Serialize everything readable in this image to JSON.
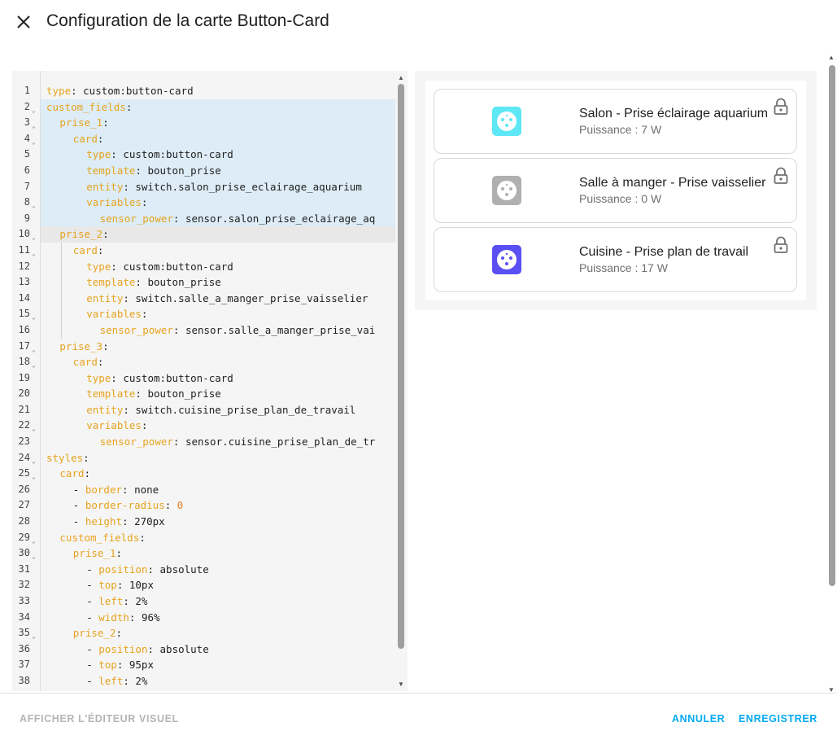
{
  "header": {
    "title": "Configuration de la carte Button-Card",
    "close_icon": "close-icon"
  },
  "editor": {
    "lines": [
      {
        "n": "1",
        "fold": false,
        "indent": 0,
        "parts": [
          [
            "k",
            "type"
          ],
          [
            "v",
            ": custom:button-card"
          ]
        ],
        "hl": ""
      },
      {
        "n": "2",
        "fold": true,
        "indent": 0,
        "parts": [
          [
            "k",
            "custom_fields"
          ],
          [
            "v",
            ":"
          ]
        ],
        "hl": "sel"
      },
      {
        "n": "3",
        "fold": true,
        "indent": 1,
        "parts": [
          [
            "k",
            "prise_1"
          ],
          [
            "v",
            ":"
          ]
        ],
        "hl": "sel"
      },
      {
        "n": "4",
        "fold": true,
        "indent": 2,
        "parts": [
          [
            "k",
            "card"
          ],
          [
            "v",
            ":"
          ]
        ],
        "hl": "sel"
      },
      {
        "n": "5",
        "fold": false,
        "indent": 3,
        "parts": [
          [
            "k",
            "type"
          ],
          [
            "v",
            ": custom:button-card"
          ]
        ],
        "hl": "sel"
      },
      {
        "n": "6",
        "fold": false,
        "indent": 3,
        "parts": [
          [
            "k",
            "template"
          ],
          [
            "v",
            ": bouton_prise"
          ]
        ],
        "hl": "sel"
      },
      {
        "n": "7",
        "fold": false,
        "indent": 3,
        "parts": [
          [
            "k",
            "entity"
          ],
          [
            "v",
            ": switch.salon_prise_eclairage_aquarium"
          ]
        ],
        "hl": "sel"
      },
      {
        "n": "8",
        "fold": true,
        "indent": 3,
        "parts": [
          [
            "k",
            "variables"
          ],
          [
            "v",
            ":"
          ]
        ],
        "hl": "sel"
      },
      {
        "n": "9",
        "fold": false,
        "indent": 4,
        "parts": [
          [
            "k",
            "sensor_power"
          ],
          [
            "v",
            ": sensor.salon_prise_eclairage_aq"
          ]
        ],
        "hl": "sel"
      },
      {
        "n": "10",
        "fold": true,
        "indent": 1,
        "parts": [
          [
            "k",
            "prise_2"
          ],
          [
            "v",
            ":"
          ]
        ],
        "hl": "cur"
      },
      {
        "n": "11",
        "fold": true,
        "indent": 2,
        "parts": [
          [
            "k",
            "card"
          ],
          [
            "v",
            ":"
          ]
        ],
        "hl": ""
      },
      {
        "n": "12",
        "fold": false,
        "indent": 3,
        "parts": [
          [
            "k",
            "type"
          ],
          [
            "v",
            ": custom:button-card"
          ]
        ],
        "hl": ""
      },
      {
        "n": "13",
        "fold": false,
        "indent": 3,
        "parts": [
          [
            "k",
            "template"
          ],
          [
            "v",
            ": bouton_prise"
          ]
        ],
        "hl": ""
      },
      {
        "n": "14",
        "fold": false,
        "indent": 3,
        "parts": [
          [
            "k",
            "entity"
          ],
          [
            "v",
            ": switch.salle_a_manger_prise_vaisselier"
          ]
        ],
        "hl": ""
      },
      {
        "n": "15",
        "fold": true,
        "indent": 3,
        "parts": [
          [
            "k",
            "variables"
          ],
          [
            "v",
            ":"
          ]
        ],
        "hl": ""
      },
      {
        "n": "16",
        "fold": false,
        "indent": 4,
        "parts": [
          [
            "k",
            "sensor_power"
          ],
          [
            "v",
            ": sensor.salle_a_manger_prise_vai"
          ]
        ],
        "hl": ""
      },
      {
        "n": "17",
        "fold": true,
        "indent": 1,
        "parts": [
          [
            "k",
            "prise_3"
          ],
          [
            "v",
            ":"
          ]
        ],
        "hl": ""
      },
      {
        "n": "18",
        "fold": true,
        "indent": 2,
        "parts": [
          [
            "k",
            "card"
          ],
          [
            "v",
            ":"
          ]
        ],
        "hl": ""
      },
      {
        "n": "19",
        "fold": false,
        "indent": 3,
        "parts": [
          [
            "k",
            "type"
          ],
          [
            "v",
            ": custom:button-card"
          ]
        ],
        "hl": ""
      },
      {
        "n": "20",
        "fold": false,
        "indent": 3,
        "parts": [
          [
            "k",
            "template"
          ],
          [
            "v",
            ": bouton_prise"
          ]
        ],
        "hl": ""
      },
      {
        "n": "21",
        "fold": false,
        "indent": 3,
        "parts": [
          [
            "k",
            "entity"
          ],
          [
            "v",
            ": switch.cuisine_prise_plan_de_travail"
          ]
        ],
        "hl": ""
      },
      {
        "n": "22",
        "fold": true,
        "indent": 3,
        "parts": [
          [
            "k",
            "variables"
          ],
          [
            "v",
            ":"
          ]
        ],
        "hl": ""
      },
      {
        "n": "23",
        "fold": false,
        "indent": 4,
        "parts": [
          [
            "k",
            "sensor_power"
          ],
          [
            "v",
            ": sensor.cuisine_prise_plan_de_tr"
          ]
        ],
        "hl": ""
      },
      {
        "n": "24",
        "fold": true,
        "indent": 0,
        "parts": [
          [
            "k",
            "styles"
          ],
          [
            "v",
            ":"
          ]
        ],
        "hl": ""
      },
      {
        "n": "25",
        "fold": true,
        "indent": 1,
        "parts": [
          [
            "k",
            "card"
          ],
          [
            "v",
            ":"
          ]
        ],
        "hl": ""
      },
      {
        "n": "26",
        "fold": false,
        "indent": 2,
        "parts": [
          [
            "v",
            "- "
          ],
          [
            "k",
            "border"
          ],
          [
            "v",
            ": none"
          ]
        ],
        "hl": ""
      },
      {
        "n": "27",
        "fold": false,
        "indent": 2,
        "parts": [
          [
            "v",
            "- "
          ],
          [
            "k",
            "border-radius"
          ],
          [
            "v",
            ": "
          ],
          [
            "n",
            "0"
          ]
        ],
        "hl": ""
      },
      {
        "n": "28",
        "fold": false,
        "indent": 2,
        "parts": [
          [
            "v",
            "- "
          ],
          [
            "k",
            "height"
          ],
          [
            "v",
            ": 270px"
          ]
        ],
        "hl": ""
      },
      {
        "n": "29",
        "fold": true,
        "indent": 1,
        "parts": [
          [
            "k",
            "custom_fields"
          ],
          [
            "v",
            ":"
          ]
        ],
        "hl": ""
      },
      {
        "n": "30",
        "fold": true,
        "indent": 2,
        "parts": [
          [
            "k",
            "prise_1"
          ],
          [
            "v",
            ":"
          ]
        ],
        "hl": ""
      },
      {
        "n": "31",
        "fold": false,
        "indent": 3,
        "parts": [
          [
            "v",
            "- "
          ],
          [
            "k",
            "position"
          ],
          [
            "v",
            ": absolute"
          ]
        ],
        "hl": ""
      },
      {
        "n": "32",
        "fold": false,
        "indent": 3,
        "parts": [
          [
            "v",
            "- "
          ],
          [
            "k",
            "top"
          ],
          [
            "v",
            ": 10px"
          ]
        ],
        "hl": ""
      },
      {
        "n": "33",
        "fold": false,
        "indent": 3,
        "parts": [
          [
            "v",
            "- "
          ],
          [
            "k",
            "left"
          ],
          [
            "v",
            ": 2%"
          ]
        ],
        "hl": ""
      },
      {
        "n": "34",
        "fold": false,
        "indent": 3,
        "parts": [
          [
            "v",
            "- "
          ],
          [
            "k",
            "width"
          ],
          [
            "v",
            ": 96%"
          ]
        ],
        "hl": ""
      },
      {
        "n": "35",
        "fold": true,
        "indent": 2,
        "parts": [
          [
            "k",
            "prise_2"
          ],
          [
            "v",
            ":"
          ]
        ],
        "hl": ""
      },
      {
        "n": "36",
        "fold": false,
        "indent": 3,
        "parts": [
          [
            "v",
            "- "
          ],
          [
            "k",
            "position"
          ],
          [
            "v",
            ": absolute"
          ]
        ],
        "hl": ""
      },
      {
        "n": "37",
        "fold": false,
        "indent": 3,
        "parts": [
          [
            "v",
            "- "
          ],
          [
            "k",
            "top"
          ],
          [
            "v",
            ": 95px"
          ]
        ],
        "hl": ""
      },
      {
        "n": "38",
        "fold": false,
        "indent": 3,
        "parts": [
          [
            "v",
            "- "
          ],
          [
            "k",
            "left"
          ],
          [
            "v",
            ": 2%"
          ]
        ],
        "hl": ""
      }
    ]
  },
  "preview": {
    "cards": [
      {
        "name": "Salon - Prise éclairage aquarium",
        "power": "Puissance : 7 W",
        "icon_color": "#5ee7f5",
        "icon": "power-socket-icon",
        "lock_icon": "lock-open-icon"
      },
      {
        "name": "Salle à manger - Prise vaisselier",
        "power": "Puissance : 0 W",
        "icon_color": "#b0b0b0",
        "icon": "power-socket-icon",
        "lock_icon": "lock-open-icon"
      },
      {
        "name": "Cuisine - Prise plan de travail",
        "power": "Puissance : 17 W",
        "icon_color": "#5a4ff3",
        "icon": "power-socket-icon",
        "lock_icon": "lock-open-icon"
      }
    ]
  },
  "footer": {
    "visual_editor_label": "AFFICHER L'ÉDITEUR VISUEL",
    "cancel_label": "ANNULER",
    "save_label": "ENREGISTRER"
  },
  "colors": {
    "accent": "#03a9f4",
    "yaml_key": "#e6a31e",
    "selection": "#ddecf6"
  }
}
